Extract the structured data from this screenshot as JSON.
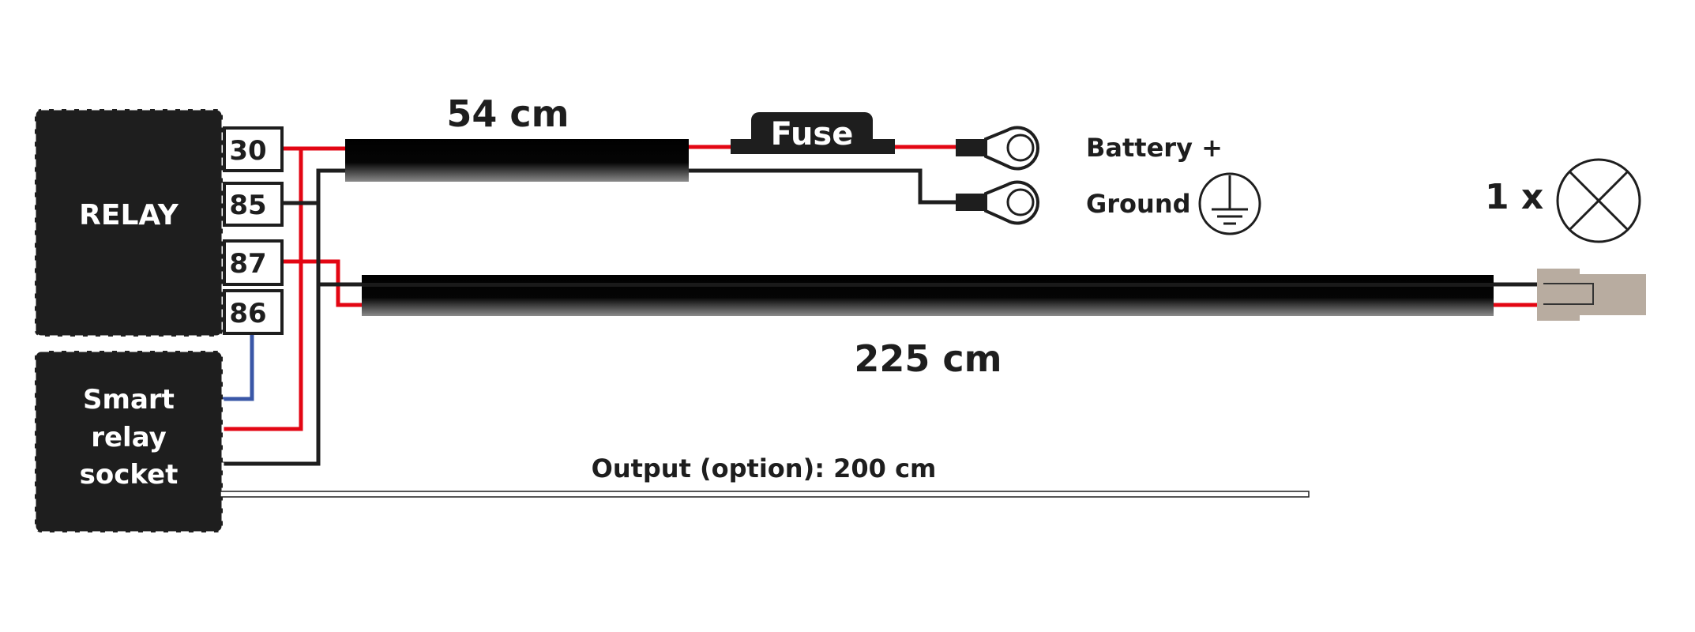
{
  "relay": {
    "label": "RELAY",
    "terminals": [
      "30",
      "85",
      "87",
      "86"
    ]
  },
  "socket": {
    "lines": [
      "Smart",
      "relay",
      "socket"
    ]
  },
  "cable_short": {
    "length": "54 cm"
  },
  "fuse": {
    "label": "Fuse"
  },
  "battery": {
    "label": "Battery +"
  },
  "ground": {
    "label": "Ground"
  },
  "cable_long": {
    "length": "225 cm"
  },
  "lamp": {
    "count": "1 x"
  },
  "output": {
    "label": "Output (option): 200 cm"
  },
  "colors": {
    "red": "#e30613",
    "black": "#1e1e1e",
    "blue": "#3a57a7",
    "connector": "#b8aca0"
  }
}
